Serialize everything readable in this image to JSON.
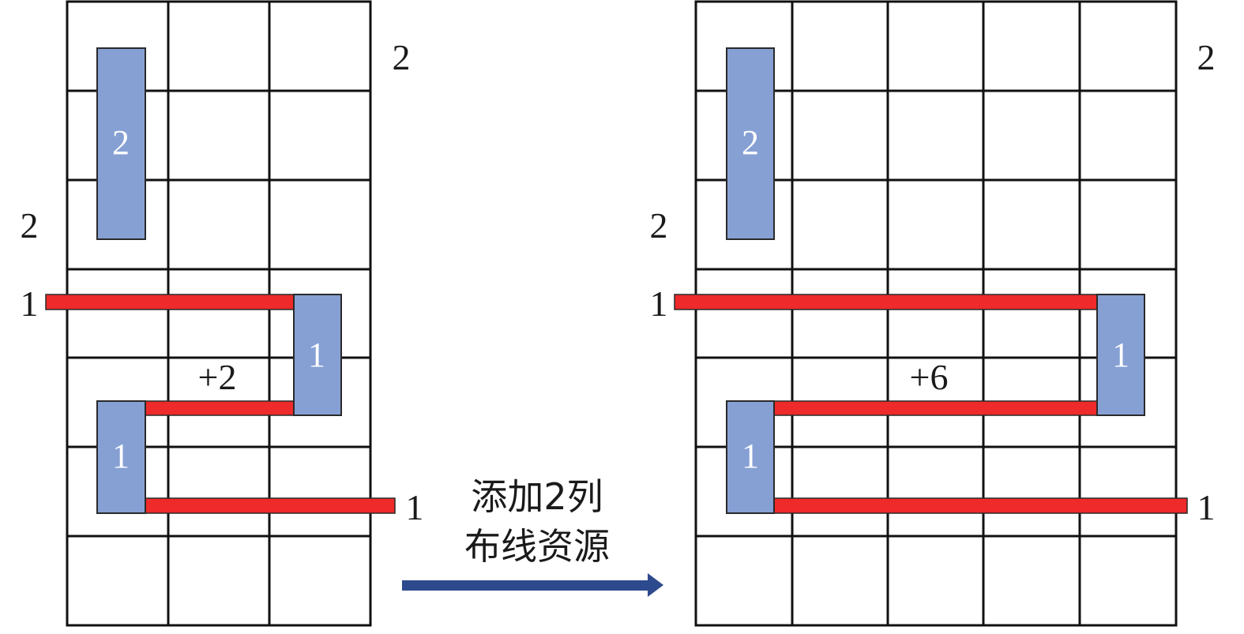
{
  "colors": {
    "grid": "#111111",
    "block_fill": "#86a0d4",
    "block_stroke": "#2a2a2a",
    "wire": "#ee2a2a",
    "arrow": "#2e4a8e"
  },
  "left_panel": {
    "pin_top_right": "2",
    "pin_left": "2",
    "pin_net1_left": "1",
    "pin_net1_right": "1",
    "block_top": "2",
    "block_right": "1",
    "block_left": "1",
    "delta": "+2"
  },
  "right_panel": {
    "pin_top_right": "2",
    "pin_left": "2",
    "pin_net1_left": "1",
    "pin_net1_right": "1",
    "block_top": "2",
    "block_right": "1",
    "block_left": "1",
    "delta": "+6"
  },
  "transition": {
    "line1": "添加2列",
    "line2": "布线资源",
    "arrow_icon": "right-arrow-icon"
  }
}
